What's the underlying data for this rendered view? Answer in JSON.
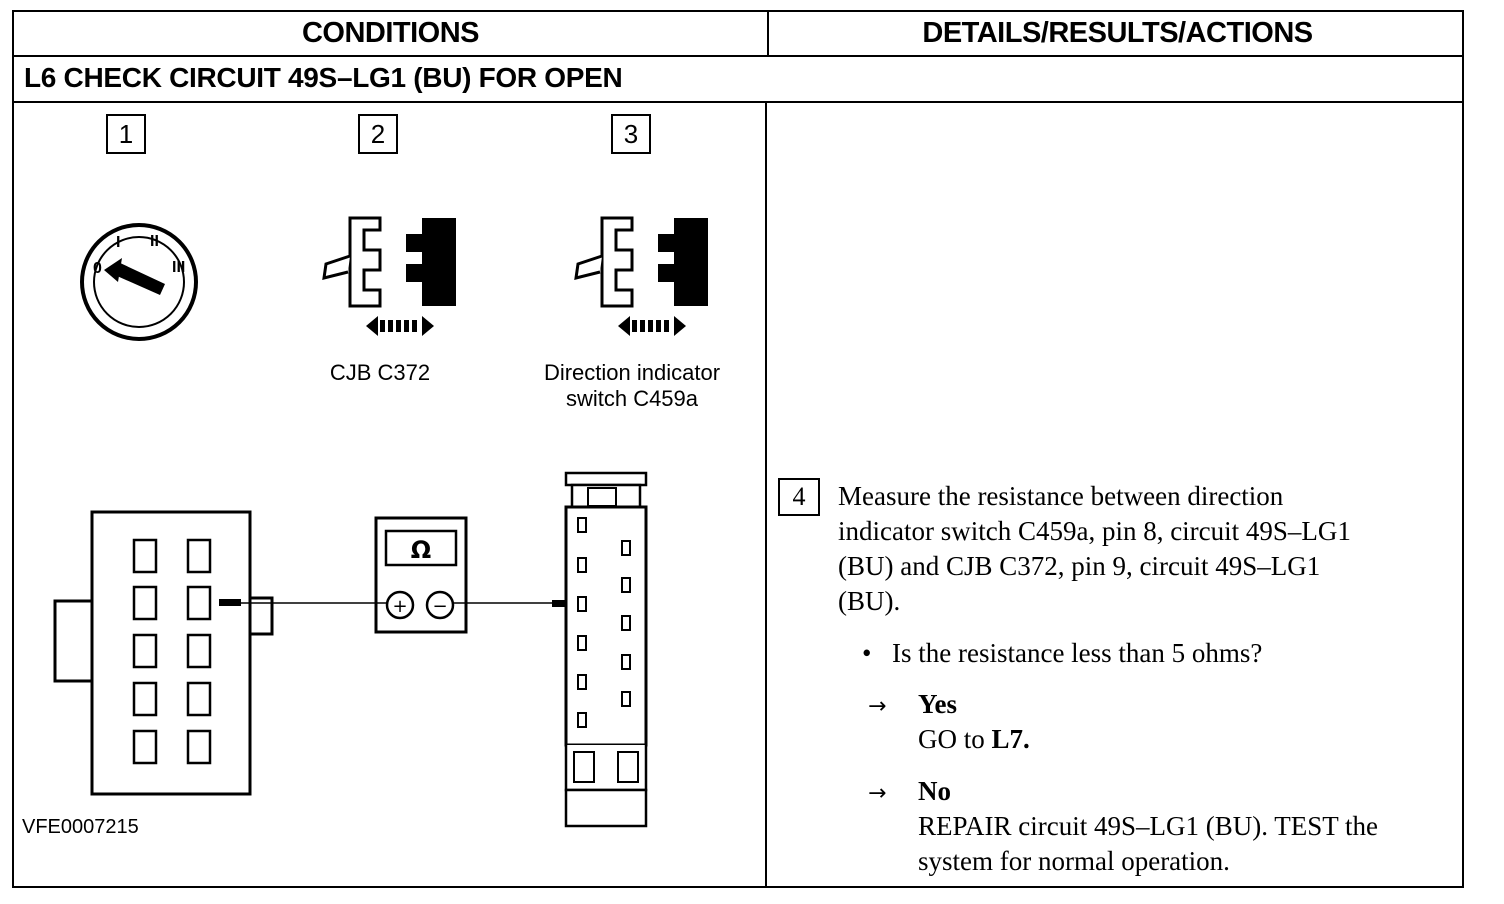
{
  "table": {
    "header_conditions": "CONDITIONS",
    "header_details": "DETAILS/RESULTS/ACTIONS",
    "step_title": "L6   CHECK CIRCUIT 49S–LG1 (BU) FOR OPEN"
  },
  "conditions": {
    "steps": [
      "1",
      "2",
      "3"
    ],
    "cjb_label": "CJB C372",
    "switch_label_line1": "Direction indicator",
    "switch_label_line2": "switch C459a",
    "meter_symbol": "Ω",
    "plus_symbol": "+",
    "minus_symbol": "−",
    "figure_id": "VFE0007215",
    "ignition_positions": [
      "0",
      "I",
      "II",
      "III"
    ]
  },
  "details": {
    "step_number": "4",
    "instruction_lines": [
      "Measure the resistance between direction",
      "indicator switch C459a, pin 8, circuit 49S–LG1",
      "(BU) and CJB C372, pin 9, circuit 49S–LG1",
      "(BU)."
    ],
    "question": "Is the resistance less than 5 ohms?",
    "yes_label": "Yes",
    "yes_action_prefix": "GO to ",
    "yes_action_target": "L7.",
    "no_label": "No",
    "no_action_line1": "REPAIR circuit 49S–LG1 (BU). TEST the",
    "no_action_line2": "system for normal operation."
  }
}
